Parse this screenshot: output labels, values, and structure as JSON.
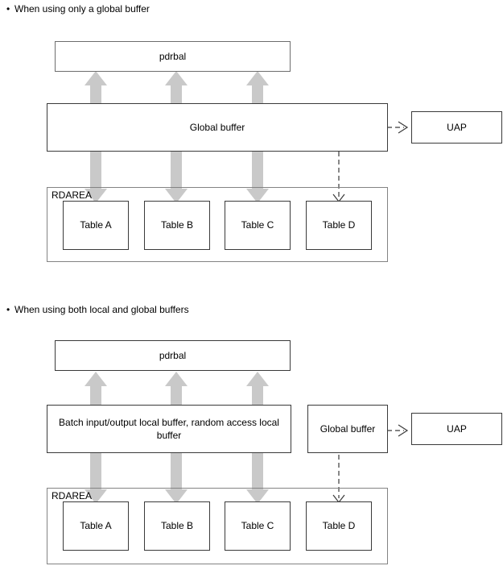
{
  "page": {
    "background_color": "#ffffff",
    "text_color": "#000000",
    "arrow_fill_color": "#c9c9c9",
    "box_border_color": "#3a3a3a",
    "region_border_color": "#838383",
    "dashed_line_color": "#3a3a3a"
  },
  "sections": [
    {
      "bullet": "•",
      "caption": "When using only a global buffer",
      "nodes": {
        "pdrbal": "pdrbal",
        "buffer": "Global buffer",
        "uap": "UAP",
        "region_title": "RDAREA",
        "tables": [
          "Table A",
          "Table B",
          "Table C",
          "Table D"
        ]
      }
    },
    {
      "bullet": "•",
      "caption": "When using both local and global buffers",
      "nodes": {
        "pdrbal": "pdrbal",
        "local_buffer": "Batch input/output local buffer, random access local buffer",
        "global_buffer": "Global buffer",
        "uap": "UAP",
        "region_title": "RDAREA",
        "tables": [
          "Table A",
          "Table B",
          "Table C",
          "Table D"
        ]
      }
    }
  ]
}
